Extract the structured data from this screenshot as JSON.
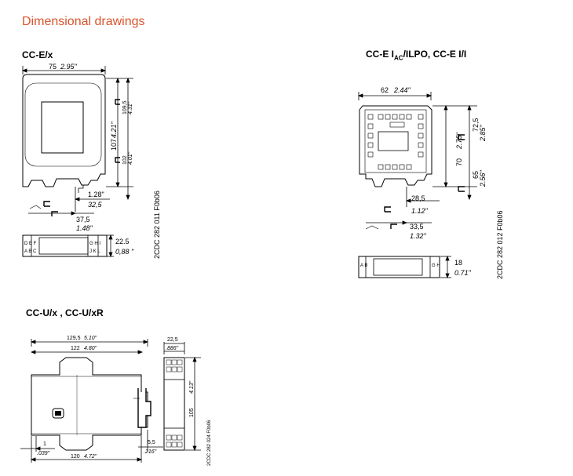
{
  "page_title": "Dimensional drawings",
  "drawings": {
    "cce": {
      "heading": "CC-E/x",
      "width_mm": "75",
      "width_in": "2.95\"",
      "h1_mm": "109,5",
      "h1_in": "4.31\"",
      "h2_mm": "107",
      "h2_in": "4.21\"",
      "h3_mm": "102",
      "h3_in": "4.01\"",
      "d1_in": "1.28\"",
      "d1_mm": "32,5",
      "d2_mm": "37,5",
      "d2_in": "1.48\"",
      "side_mm": "22.5",
      "side_in": "0,88 \"",
      "code": "2CDC 282 011 F0b06",
      "terminals_left": "D E F\nA B C",
      "terminals_right": "G H I\nJ K L"
    },
    "cce_iac": {
      "heading_pre": "CC-E I",
      "heading_sub": "AC",
      "heading_post": "/ILPO, CC-E I/I",
      "width_mm": "62",
      "width_in": "2.44\"",
      "h1_mm": "72,5",
      "h1_in": "2.85\"",
      "h2_mm": "70",
      "h2_in": "2.75\"",
      "h3_mm": "65",
      "h3_in": "2.56\"",
      "d1_mm": "28,5",
      "d1_in": "1.12\"",
      "d2_mm": "33,5",
      "d2_in": "1.32\"",
      "side_mm": "18",
      "side_in": "0.71\"",
      "code": "2CDC 282 012 F0b06"
    },
    "ccu": {
      "heading": "CC-U/x , CC-U/xR",
      "w1_mm": "129,5",
      "w1_in": "5.10\"",
      "w2_mm": "122",
      "w2_in": "4.80\"",
      "w3_mm": "120",
      "w3_in": "4.72\"",
      "small_mm": "1",
      "small_in": ".039\"",
      "rail_mm": "5,5",
      "rail_in": ".216\"",
      "side_w_mm": "22,5",
      "side_w_in": ".886\"",
      "side_h_mm": "105",
      "side_h_in": "4.13\"",
      "code": "2CDC 282 024 F0b06"
    }
  }
}
